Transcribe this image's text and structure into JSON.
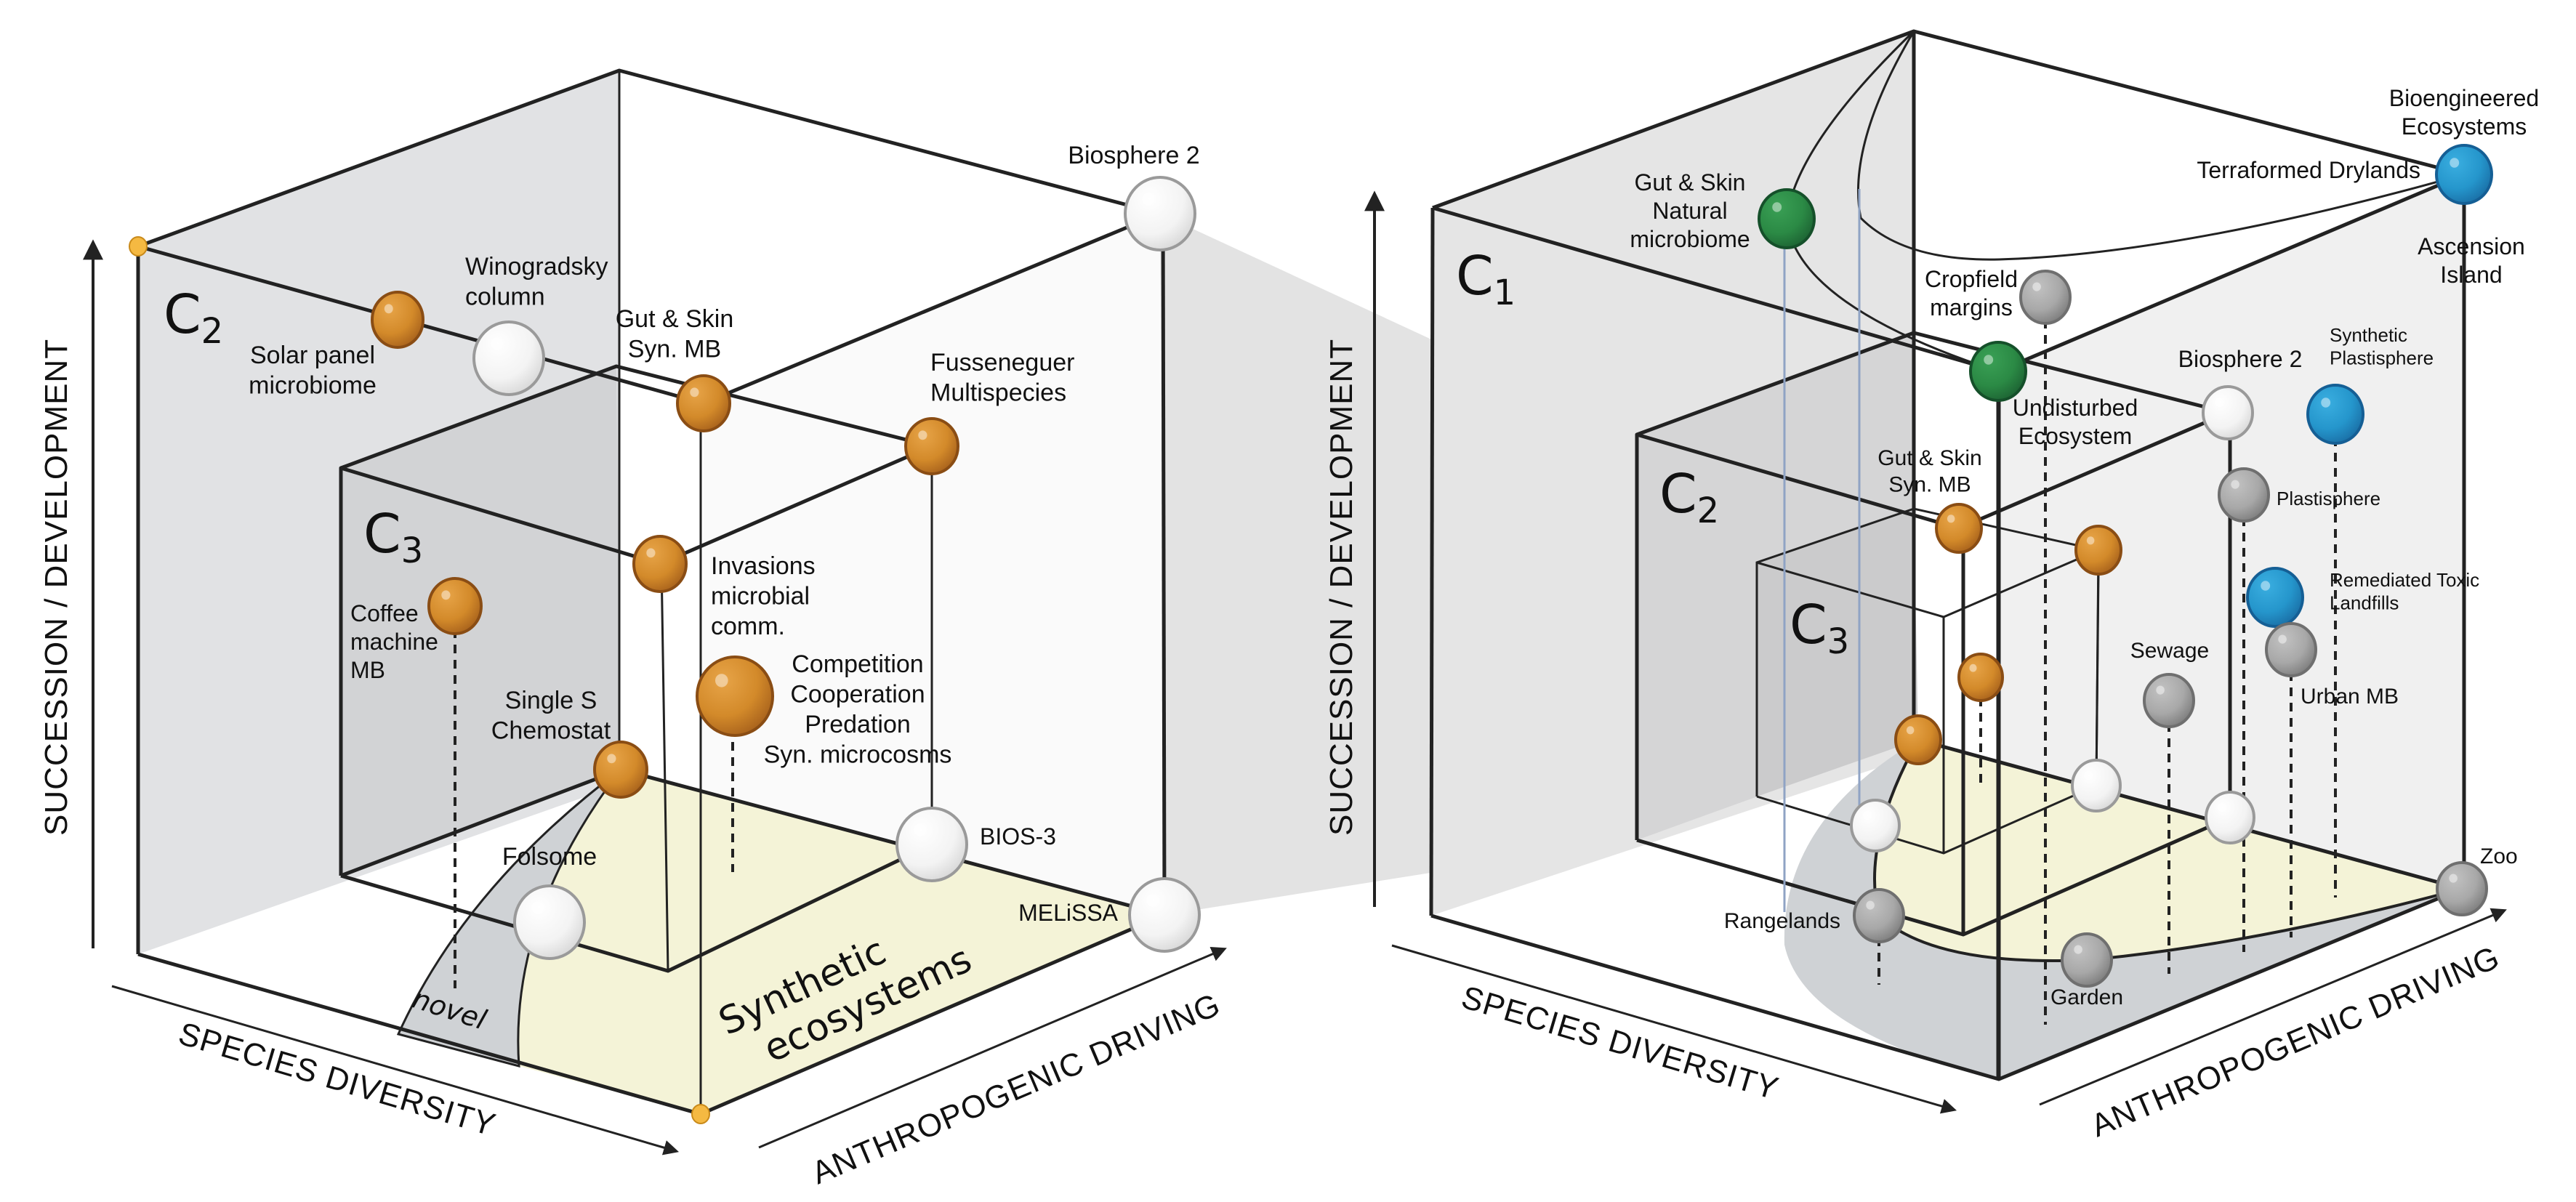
{
  "colors": {
    "orange": "#d38a2a",
    "orange_dark": "#8a4d14",
    "white": "#f4f4f4",
    "white_edge": "#9a9a9a",
    "grey": "#a8a8a8",
    "grey_dark": "#6f6f6f",
    "green": "#2b8a45",
    "green_dark": "#15502a",
    "blue": "#2596cc",
    "blue_dark": "#155f95",
    "panel_light": "#e3e4e6",
    "panel_mid": "#d2d3d5",
    "floor_yellow": "#f4f3d7",
    "novel_grey": "#cfd2d5",
    "projection": "#d9d9d9",
    "dot_yellow": "#f5b942"
  },
  "left_panel": {
    "axis_y": "SUCCESSION / DEVELOPMENT",
    "axis_x": "SPECIES DIVERSITY",
    "axis_z": "ANTHROPOGENIC DRIVING",
    "cube_outer": {
      "letter": "C",
      "sub": "2"
    },
    "cube_inner": {
      "letter": "C",
      "sub": "3"
    },
    "region_synthetic": [
      "Synthetic",
      "ecosystems"
    ],
    "region_novel": "novel",
    "points": [
      {
        "id": "solar-panel",
        "lines": [
          "Solar panel",
          "microbiome"
        ],
        "type": "orange"
      },
      {
        "id": "winogradsky",
        "lines": [
          "Winogradsky",
          "column"
        ],
        "type": "white"
      },
      {
        "id": "gut-skin-syn",
        "lines": [
          "Gut & Skin",
          "Syn. MB"
        ],
        "type": "orange"
      },
      {
        "id": "fusseneguer",
        "lines": [
          "Fusseneguer",
          "Multispecies"
        ],
        "type": "orange"
      },
      {
        "id": "biosphere-2",
        "lines": [
          "Biosphere 2"
        ],
        "type": "white"
      },
      {
        "id": "invasions",
        "lines": [
          "Invasions",
          "microbial",
          "comm."
        ],
        "type": "orange"
      },
      {
        "id": "coffee",
        "lines": [
          "Coffee",
          "machine",
          "MB"
        ],
        "type": "orange"
      },
      {
        "id": "competition",
        "lines": [
          "Competition",
          "Cooperation",
          "Predation",
          "Syn. microcosms"
        ],
        "type": "orange"
      },
      {
        "id": "chemostat",
        "lines": [
          "Single S",
          "Chemostat"
        ],
        "type": "orange"
      },
      {
        "id": "folsome",
        "lines": [
          "Folsome"
        ],
        "type": "white"
      },
      {
        "id": "bios-3",
        "lines": [
          "BIOS-3"
        ],
        "type": "white"
      },
      {
        "id": "melissa",
        "lines": [
          "MELiSSA"
        ],
        "type": "white"
      }
    ]
  },
  "right_panel": {
    "axis_y": "SUCCESSION / DEVELOPMENT",
    "axis_x": "SPECIES DIVERSITY",
    "axis_z": "ANTHROPOGENIC DRIVING",
    "cube_c1": {
      "letter": "C",
      "sub": "1"
    },
    "cube_c2": {
      "letter": "C",
      "sub": "2"
    },
    "cube_c3": {
      "letter": "C",
      "sub": "3"
    },
    "points": [
      {
        "id": "gut-skin-natural",
        "lines": [
          "Gut & Skin",
          "Natural",
          "microbiome"
        ],
        "type": "green"
      },
      {
        "id": "bioengineered",
        "lines": [
          "Bioengineered",
          "Ecosystems"
        ],
        "type": "blue"
      },
      {
        "id": "terraformed",
        "lines": [
          "Terraformed Drylands"
        ],
        "type": "label"
      },
      {
        "id": "ascension",
        "lines": [
          "Ascension",
          "Island"
        ],
        "type": "label"
      },
      {
        "id": "cropfield",
        "lines": [
          "Cropfield",
          "margins"
        ],
        "type": "grey"
      },
      {
        "id": "undisturbed",
        "lines": [
          "Undisturbed",
          "Ecosystem"
        ],
        "type": "green"
      },
      {
        "id": "biosphere-2-r",
        "lines": [
          "Biosphere 2"
        ],
        "type": "white"
      },
      {
        "id": "synthetic-plastisphere",
        "lines": [
          "Synthetic",
          "Plastisphere"
        ],
        "type": "blue"
      },
      {
        "id": "plastisphere",
        "lines": [
          "Plastisphere"
        ],
        "type": "grey"
      },
      {
        "id": "gut-skin-syn-r",
        "lines": [
          "Gut & Skin",
          "Syn. MB"
        ],
        "type": "orange"
      },
      {
        "id": "orange-c2-front",
        "lines": [],
        "type": "orange"
      },
      {
        "id": "remediated",
        "lines": [
          "Remediated Toxic",
          "Landfills"
        ],
        "type": "blue"
      },
      {
        "id": "urban",
        "lines": [
          "Urban MB"
        ],
        "type": "grey"
      },
      {
        "id": "sewage",
        "lines": [
          "Sewage"
        ],
        "type": "grey"
      },
      {
        "id": "orange-c3-top",
        "lines": [],
        "type": "orange"
      },
      {
        "id": "orange-c3-corner",
        "lines": [],
        "type": "orange"
      },
      {
        "id": "white-floor-a",
        "lines": [],
        "type": "white"
      },
      {
        "id": "white-floor-b",
        "lines": [],
        "type": "white"
      },
      {
        "id": "white-floor-c",
        "lines": [],
        "type": "white"
      },
      {
        "id": "rangelands",
        "lines": [
          "Rangelands"
        ],
        "type": "grey"
      },
      {
        "id": "garden",
        "lines": [
          "Garden"
        ],
        "type": "grey"
      },
      {
        "id": "zoo",
        "lines": [
          "Zoo"
        ],
        "type": "grey"
      }
    ]
  }
}
